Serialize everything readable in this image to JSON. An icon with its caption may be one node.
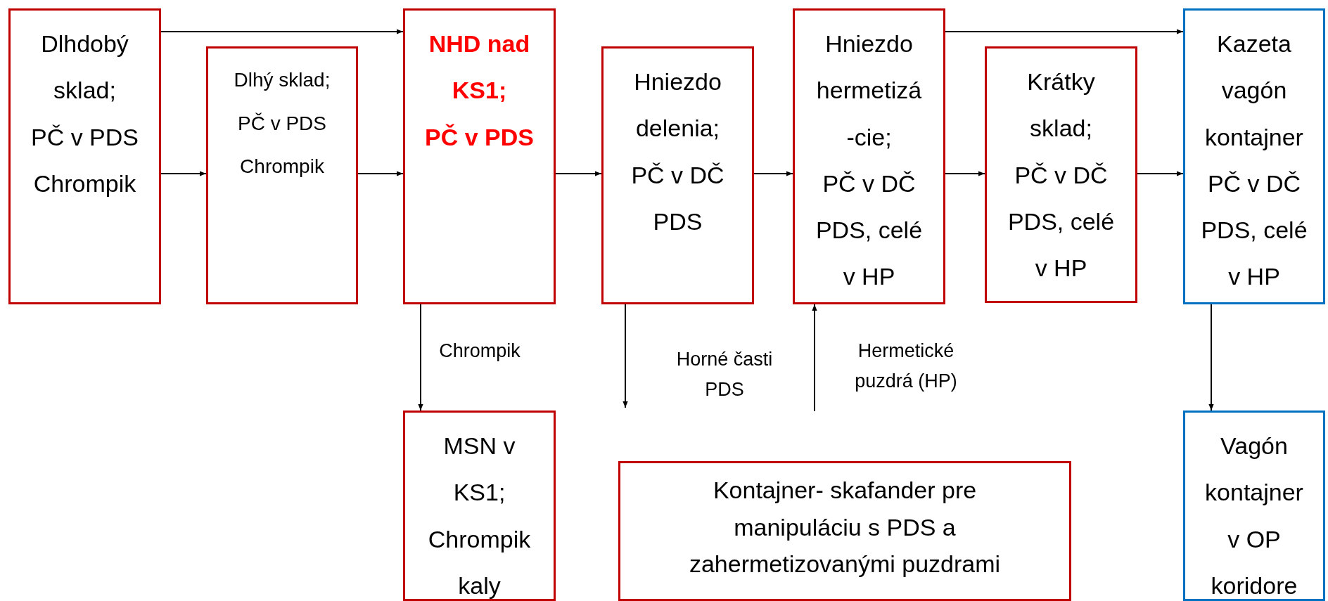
{
  "diagram": {
    "nodes": [
      {
        "text": [
          "Dlhdobý sklad;",
          "PČ v PDS Chrompik"
        ]
      },
      {
        "text": [
          "Dlhý sklad;",
          "PČ v PDS Chrompik"
        ]
      },
      {
        "text": [
          "NHD nad KS1;",
          "PČ v PDS"
        ]
      },
      {
        "text": [
          "Hniezdo delenia;",
          "PČ v DČ PDS"
        ]
      },
      {
        "text": [
          "Hniezdo hermetizá -cie;",
          "PČ v DČ PDS, celé v HP"
        ]
      },
      {
        "text": [
          "Krátky sklad;",
          "PČ v DČ PDS, celé v HP"
        ]
      },
      {
        "text": [
          "Kazeta vagón kontajner",
          "PČ v DČ PDS, celé v HP"
        ]
      },
      {
        "text": [
          "MSN v KS1;",
          "Chrompik kaly"
        ]
      },
      {
        "text": [
          "Kontajner- skafander pre manipuláciu s PDS a zahermetizovanými puzdrami"
        ]
      },
      {
        "text": [
          "Vagón kontajner v OP koridore"
        ]
      }
    ],
    "edges": [
      {
        "from": 0,
        "to": 2,
        "arrow": "to"
      },
      {
        "from": 0,
        "to": 1,
        "arrow": "to"
      },
      {
        "from": 1,
        "to": 2,
        "arrow": "to"
      },
      {
        "from": 2,
        "to": 3,
        "arrow": "to"
      },
      {
        "from": 3,
        "to": 4,
        "arrow": "to"
      },
      {
        "from": 4,
        "to": 5,
        "arrow": "to"
      },
      {
        "from": 5,
        "to": 6,
        "arrow": "to"
      },
      {
        "from": 4,
        "to": 6,
        "arrow": "to"
      },
      {
        "from": 2,
        "to": 7,
        "arrow": "to",
        "label": "Chrompik"
      },
      {
        "from": 3,
        "to": null,
        "arrow": "to",
        "label": "Horné časti PDS"
      },
      {
        "from": null,
        "to": 4,
        "arrow": "to",
        "label": "Hermetické puzdrá (HP)"
      },
      {
        "from": 6,
        "to": 9,
        "arrow": "to"
      }
    ]
  }
}
